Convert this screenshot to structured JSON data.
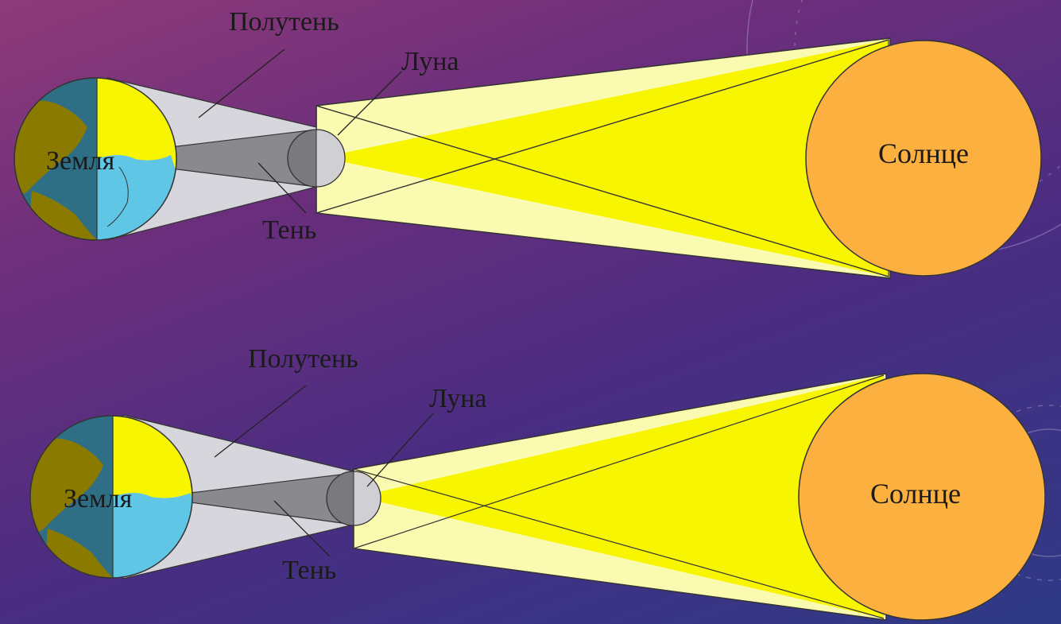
{
  "colors": {
    "earth_day": "#f7f500",
    "earth_night": "#8a7a00",
    "ocean": "#5fc6e6",
    "ocean_night": "#2f6f86",
    "penumbra": "#d6d6dc",
    "umbra": "#8a8a8e",
    "moon_light": "#d0d0d4",
    "moon_dark": "#7a7a7e",
    "sun": "#fbb040",
    "rays": "#f7f500",
    "rays_pale": "#fafab0"
  },
  "diagrams": [
    {
      "labels": {
        "penumbra": "Полутень",
        "moon": "Луна",
        "earth": "Земля",
        "umbra": "Тень",
        "sun": "Солнце"
      }
    },
    {
      "labels": {
        "penumbra": "Полутень",
        "moon": "Луна",
        "earth": "Земля",
        "umbra": "Тень",
        "sun": "Солнце"
      }
    }
  ]
}
